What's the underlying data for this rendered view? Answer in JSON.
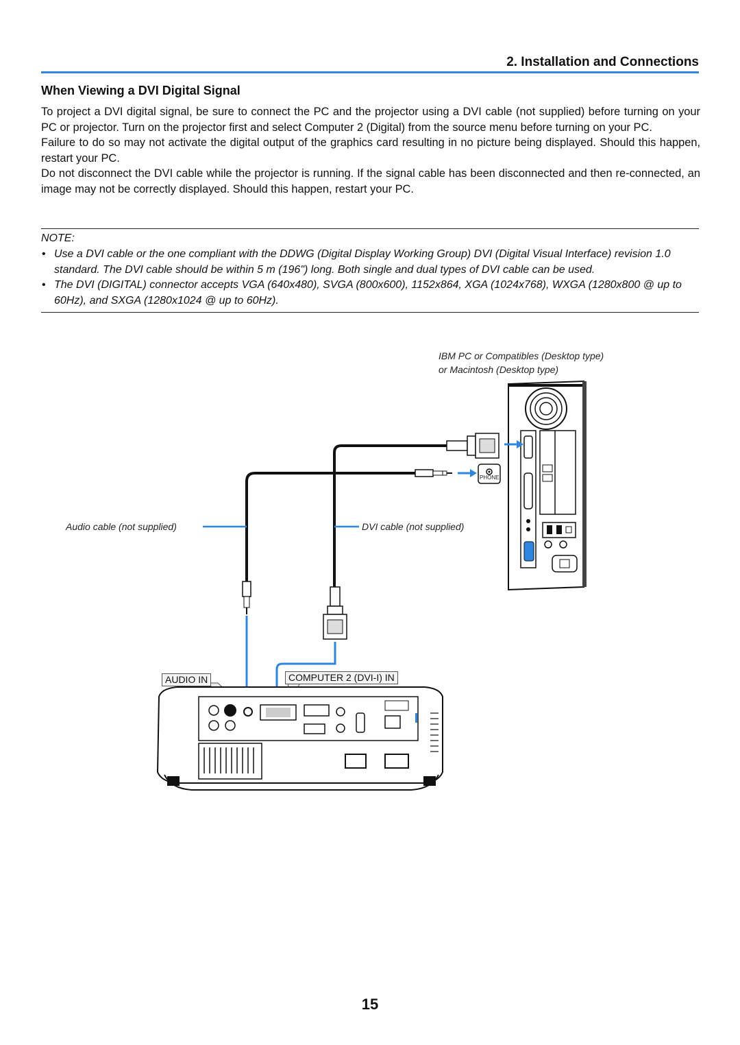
{
  "header": {
    "title": "2. Installation and Connections"
  },
  "section": {
    "title": "When Viewing a DVI Digital Signal"
  },
  "body": {
    "paragraphs": [
      "To project a DVI digital signal, be sure to connect the PC and the projector using a DVI cable (not supplied) before turning on your PC or projector. Turn on the projector first and select Computer 2 (Digital) from the source menu before turning on your PC.",
      "Failure to do so may not activate the digital output of the graphics card resulting in no picture being displayed. Should this happen, restart your PC.",
      "Do not disconnect the DVI cable while the projector is running. If the signal cable has been disconnected and then re-connected, an image may not be correctly displayed. Should this happen, restart your PC."
    ]
  },
  "note": {
    "heading": "NOTE:",
    "bullet_glyph": "•",
    "items": [
      "Use a DVI cable or the one compliant with the DDWG (Digital Display Working Group) DVI (Digital Visual Interface) revision 1.0 standard. The DVI cable should be within 5 m (196\") long. Both single and dual types of DVI cable can be used.",
      "The DVI (DIGITAL) connector accepts VGA (640x480), SVGA (800x600), 1152x864, XGA (1024x768), WXGA (1280x800 @ up to 60Hz), and SXGA (1280x1024 @ up to 60Hz)."
    ]
  },
  "diagram": {
    "pc_label_line1": "IBM PC or Compatibles (Desktop type)",
    "pc_label_line2": "or Macintosh (Desktop type)",
    "audio_cable_label": "Audio cable (not supplied)",
    "dvi_cable_label": "DVI cable (not supplied)",
    "audio_in_label": "AUDIO IN",
    "computer2_label": "COMPUTER 2 (DVI-I) IN",
    "phone_label": "PHONE",
    "accent_color": "#2f86e0"
  },
  "page": {
    "number": "15"
  }
}
